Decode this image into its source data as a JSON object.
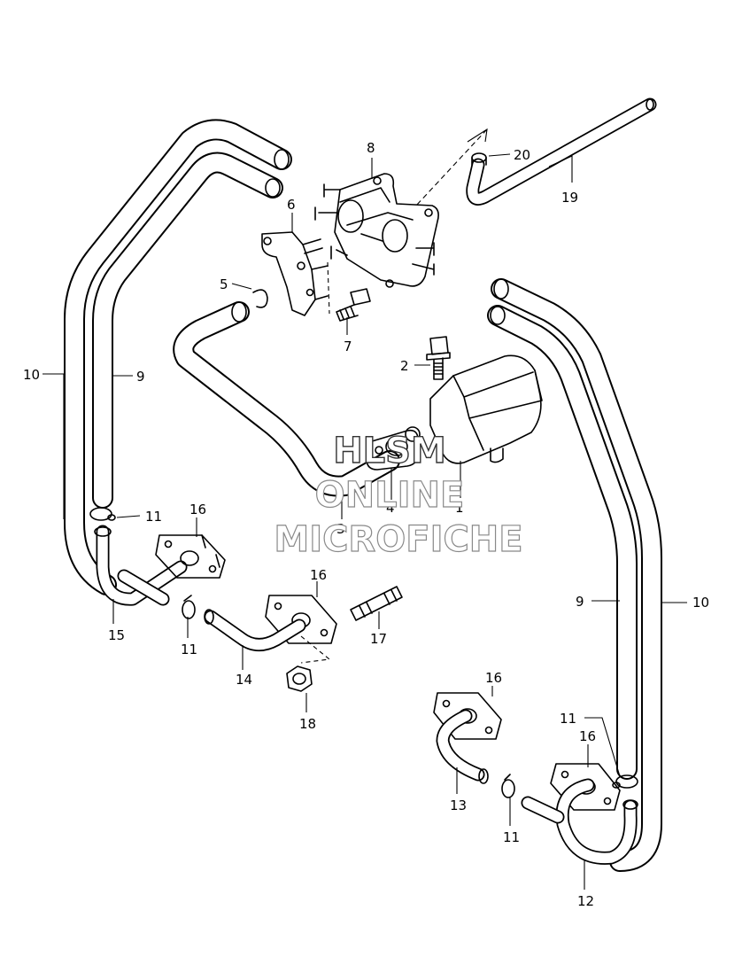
{
  "callouts": [
    {
      "id": "1",
      "label": "1"
    },
    {
      "id": "2",
      "label": "2"
    },
    {
      "id": "3",
      "label": "3"
    },
    {
      "id": "4",
      "label": "4"
    },
    {
      "id": "5",
      "label": "5"
    },
    {
      "id": "6",
      "label": "6"
    },
    {
      "id": "7",
      "label": "7"
    },
    {
      "id": "8",
      "label": "8"
    },
    {
      "id": "9",
      "label": "9"
    },
    {
      "id": "10",
      "label": "10"
    },
    {
      "id": "11",
      "label": "11"
    },
    {
      "id": "12",
      "label": "12"
    },
    {
      "id": "13",
      "label": "13"
    },
    {
      "id": "14",
      "label": "14"
    },
    {
      "id": "15",
      "label": "15"
    },
    {
      "id": "16",
      "label": "16"
    },
    {
      "id": "17",
      "label": "17"
    },
    {
      "id": "18",
      "label": "18"
    },
    {
      "id": "19",
      "label": "19"
    },
    {
      "id": "20",
      "label": "20"
    }
  ],
  "watermark": {
    "line1": "HLSM",
    "line2": "ONLINE",
    "line3": "MICROFICHE"
  }
}
